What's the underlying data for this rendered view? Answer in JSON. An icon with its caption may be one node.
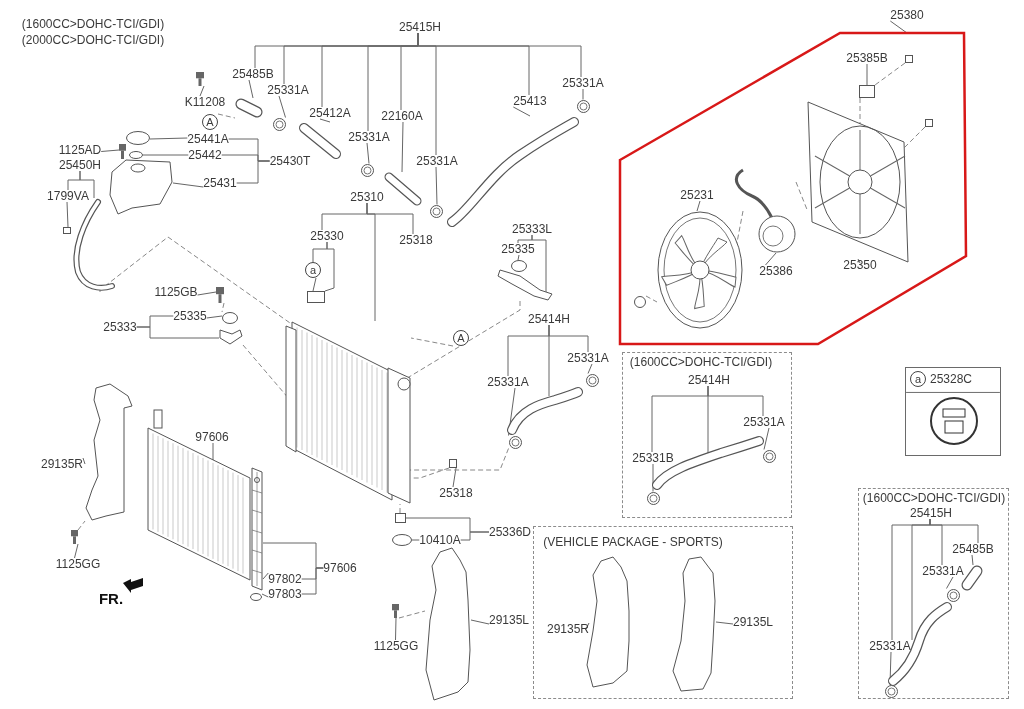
{
  "diagram": {
    "nodes": [
      {
        "text": [
          "(1600CC>DOHC-TCI/GDI)"
        ]
      },
      {
        "text": [
          "(2000CC>DOHC-TCI/GDI)"
        ]
      },
      {
        "text": [
          "25415H"
        ]
      },
      {
        "text": [
          "25380"
        ]
      },
      {
        "text": [],
        "shape": "box"
      },
      {
        "text": [
          "25385B"
        ],
        "in": 4
      },
      {
        "text": [
          "25485B"
        ]
      },
      {
        "text": [
          "25331A"
        ]
      },
      {
        "text": [
          "K11208"
        ]
      },
      {
        "text": [
          "25413"
        ]
      },
      {
        "text": [
          "25331A"
        ]
      },
      {
        "text": [
          "25412A"
        ]
      },
      {
        "text": [
          "22160A"
        ]
      },
      {
        "text": [
          "A"
        ]
      },
      {
        "text": [
          "25331A"
        ]
      },
      {
        "text": [
          "1125AD"
        ]
      },
      {
        "text": [
          "25441A"
        ]
      },
      {
        "text": [
          "25442"
        ]
      },
      {
        "text": [
          "25430T"
        ]
      },
      {
        "text": [
          "25331A"
        ]
      },
      {
        "text": [
          "25450H"
        ]
      },
      {
        "text": [
          "25431"
        ]
      },
      {
        "text": [
          "1799VA"
        ]
      },
      {
        "text": [
          "25310"
        ]
      },
      {
        "text": [
          "25333L"
        ]
      },
      {
        "text": [
          "25231"
        ],
        "in": 4
      },
      {
        "text": [
          "25330"
        ]
      },
      {
        "text": [
          "25318"
        ]
      },
      {
        "text": [
          "25335"
        ]
      },
      {
        "text": [
          "25386"
        ],
        "in": 4
      },
      {
        "text": [
          "25350"
        ],
        "in": 4
      },
      {
        "text": [
          "a"
        ]
      },
      {
        "text": [
          "1125GB"
        ]
      },
      {
        "text": [
          "25335"
        ]
      },
      {
        "text": [
          "25414H"
        ]
      },
      {
        "text": [
          "25333"
        ]
      },
      {
        "text": [
          "A"
        ]
      },
      {
        "text": [
          "(1600CC>DOHC-TCI/GDI)"
        ]
      },
      {
        "text": [
          "25414H"
        ],
        "in": 37
      },
      {
        "text": [
          "25331A"
        ]
      },
      {
        "text": [
          "25331A"
        ]
      },
      {
        "text": [
          "a",
          "25328C"
        ]
      },
      {
        "text": [
          "25331A"
        ],
        "in": 37
      },
      {
        "text": [
          "97606"
        ]
      },
      {
        "text": [
          "25331B"
        ],
        "in": 37
      },
      {
        "text": [
          "29135R"
        ]
      },
      {
        "text": [
          "25318"
        ]
      },
      {
        "text": [
          "(1600CC>DOHC-TCI/GDI)"
        ]
      },
      {
        "text": [
          "25415H"
        ],
        "in": 47
      },
      {
        "text": [
          "(VEHICLE PACKAGE - SPORTS)"
        ]
      },
      {
        "text": [
          "25336D"
        ]
      },
      {
        "text": [
          "10410A"
        ]
      },
      {
        "text": [
          "25485B"
        ],
        "in": 47
      },
      {
        "text": [
          "1125GG"
        ]
      },
      {
        "text": [
          "97606"
        ]
      },
      {
        "text": [
          "25331A"
        ],
        "in": 47
      },
      {
        "text": [
          "97802"
        ]
      },
      {
        "text": [
          "97803"
        ]
      },
      {
        "text": [
          "FR."
        ]
      },
      {
        "text": [
          "29135L"
        ]
      },
      {
        "text": [
          "29135L"
        ],
        "in": 49
      },
      {
        "text": [
          "29135R"
        ],
        "in": 49
      },
      {
        "text": [
          "25331A"
        ],
        "in": 47
      },
      {
        "text": [
          "1125GG"
        ]
      },
      {
        "text": [],
        "shape": "picture"
      },
      {
        "text": [],
        "shape": "picture"
      },
      {
        "text": [],
        "shape": "picture"
      },
      {
        "text": [],
        "shape": "picture"
      },
      {
        "text": [],
        "shape": "picture"
      },
      {
        "text": [],
        "shape": "picture"
      },
      {
        "text": [],
        "shape": "picture"
      },
      {
        "text": [],
        "shape": "picture"
      },
      {
        "text": [],
        "shape": "picture"
      },
      {
        "text": [],
        "shape": "circle"
      },
      {
        "text": [],
        "shape": "circle"
      },
      {
        "text": [],
        "shape": "picture"
      },
      {
        "text": [],
        "shape": "picture"
      },
      {
        "text": [],
        "shape": "picture"
      },
      {
        "text": [],
        "shape": "box"
      },
      {
        "text": [],
        "shape": "picture"
      },
      {
        "text": [],
        "shape": "box"
      },
      {
        "text": [],
        "shape": "picture"
      },
      {
        "text": [],
        "shape": "circle"
      },
      {
        "text": [],
        "shape": "picture"
      },
      {
        "text": [],
        "shape": "circle"
      },
      {
        "text": [],
        "shape": "picture"
      },
      {
        "text": [],
        "shape": "picture"
      },
      {
        "text": [],
        "shape": "picture"
      },
      {
        "text": [],
        "shape": "picture"
      },
      {
        "text": [],
        "shape": "box"
      },
      {
        "text": [],
        "shape": "box"
      },
      {
        "text": [],
        "shape": "circle"
      },
      {
        "text": [],
        "shape": "picture"
      },
      {
        "text": [],
        "shape": "circle"
      },
      {
        "text": [],
        "shape": "picture"
      },
      {
        "text": [],
        "shape": "picture"
      },
      {
        "text": [],
        "shape": "picture"
      },
      {
        "text": [],
        "shape": "picture"
      },
      {
        "text": [],
        "shape": "picture"
      },
      {
        "text": [],
        "shape": "picture",
        "in": 4
      },
      {
        "text": [],
        "shape": "picture",
        "in": 4
      },
      {
        "text": [],
        "shape": "picture",
        "in": 4
      },
      {
        "text": [],
        "shape": "box",
        "in": 4
      },
      {
        "text": [],
        "shape": "box",
        "in": 4
      },
      {
        "text": [],
        "shape": "box",
        "in": 4
      },
      {
        "text": [],
        "shape": "circle",
        "in": 4
      },
      {
        "text": [],
        "shape": "picture",
        "in": 37
      },
      {
        "text": [],
        "shape": "picture",
        "in": 37
      },
      {
        "text": [],
        "shape": "picture",
        "in": 37
      },
      {
        "text": [],
        "shape": "picture",
        "in": 49
      },
      {
        "text": [],
        "shape": "picture",
        "in": 49
      },
      {
        "text": [],
        "shape": "picture",
        "in": 47
      },
      {
        "text": [],
        "shape": "picture",
        "in": 47
      },
      {
        "text": [],
        "shape": "picture",
        "in": 47
      },
      {
        "text": [],
        "shape": "picture",
        "in": 47
      }
    ],
    "edges": [
      {
        "from": 2,
        "to": 6,
        "arrow": "none"
      },
      {
        "from": 2,
        "to": 7,
        "arrow": "none"
      },
      {
        "from": 2,
        "to": 11,
        "arrow": "none"
      },
      {
        "from": 2,
        "to": 14,
        "arrow": "none"
      },
      {
        "from": 2,
        "to": 12,
        "arrow": "none"
      },
      {
        "from": 2,
        "to": 19,
        "arrow": "none"
      },
      {
        "from": 2,
        "to": 9,
        "arrow": "none"
      },
      {
        "from": 2,
        "to": 10,
        "arrow": "none"
      },
      {
        "from": 6,
        "to": 65,
        "arrow": "none"
      },
      {
        "from": 7,
        "to": 66,
        "arrow": "none"
      },
      {
        "from": 11,
        "to": 67,
        "arrow": "none"
      },
      {
        "from": 14,
        "to": 68,
        "arrow": "none"
      },
      {
        "from": 12,
        "to": 69,
        "arrow": "none"
      },
      {
        "from": 19,
        "to": 70,
        "arrow": "none"
      },
      {
        "from": 9,
        "to": 71,
        "arrow": "none"
      },
      {
        "from": 10,
        "to": 72,
        "arrow": "none"
      },
      {
        "from": 8,
        "to": 64,
        "arrow": "none"
      },
      {
        "from": 13,
        "to": 65,
        "arrow": "none",
        "style": "dashed"
      },
      {
        "from": 18,
        "to": 16,
        "arrow": "none"
      },
      {
        "from": 18,
        "to": 17,
        "arrow": "none"
      },
      {
        "from": 18,
        "to": 21,
        "arrow": "none"
      },
      {
        "from": 16,
        "to": 73,
        "arrow": "none"
      },
      {
        "from": 17,
        "to": 74,
        "arrow": "none"
      },
      {
        "from": 21,
        "to": 75,
        "arrow": "none"
      },
      {
        "from": 15,
        "to": 76,
        "arrow": "none"
      },
      {
        "from": 20,
        "to": 22,
        "arrow": "none"
      },
      {
        "from": 20,
        "to": 77,
        "arrow": "none"
      },
      {
        "from": 22,
        "to": 78,
        "arrow": "none"
      },
      {
        "from": 23,
        "to": 26,
        "arrow": "none"
      },
      {
        "from": 23,
        "to": 79,
        "arrow": "none"
      },
      {
        "from": 23,
        "to": 27,
        "arrow": "none"
      },
      {
        "from": 26,
        "to": 31,
        "arrow": "none"
      },
      {
        "from": 26,
        "to": 80,
        "arrow": "none"
      },
      {
        "from": 31,
        "to": 80,
        "arrow": "none"
      },
      {
        "from": 24,
        "to": 28,
        "arrow": "none"
      },
      {
        "from": 24,
        "to": 81,
        "arrow": "none"
      },
      {
        "from": 28,
        "to": 82,
        "arrow": "none"
      },
      {
        "from": 32,
        "to": 83,
        "arrow": "none"
      },
      {
        "from": 35,
        "to": 33,
        "arrow": "none"
      },
      {
        "from": 35,
        "to": 85,
        "arrow": "none"
      },
      {
        "from": 33,
        "to": 84,
        "arrow": "none"
      },
      {
        "from": 34,
        "to": 40,
        "arrow": "none"
      },
      {
        "from": 34,
        "to": 86,
        "arrow": "none"
      },
      {
        "from": 34,
        "to": 39,
        "arrow": "none"
      },
      {
        "from": 40,
        "to": 87,
        "arrow": "none"
      },
      {
        "from": 39,
        "to": 88,
        "arrow": "none"
      },
      {
        "from": 36,
        "to": 79,
        "arrow": "none",
        "style": "dashed"
      },
      {
        "from": 43,
        "to": 92,
        "arrow": "none"
      },
      {
        "from": 45,
        "to": 95,
        "arrow": "none"
      },
      {
        "from": 53,
        "to": 96,
        "arrow": "none"
      },
      {
        "from": 46,
        "to": 89,
        "arrow": "none"
      },
      {
        "from": 54,
        "to": 94,
        "arrow": "none"
      },
      {
        "from": 54,
        "to": 56,
        "arrow": "none"
      },
      {
        "from": 54,
        "to": 57,
        "arrow": "none"
      },
      {
        "from": 56,
        "to": 94,
        "arrow": "none"
      },
      {
        "from": 57,
        "to": 93,
        "arrow": "none"
      },
      {
        "from": 50,
        "to": 90,
        "arrow": "none"
      },
      {
        "from": 50,
        "to": 51,
        "arrow": "none"
      },
      {
        "from": 51,
        "to": 91,
        "arrow": "none"
      },
      {
        "from": 59,
        "to": 97,
        "arrow": "none"
      },
      {
        "from": 63,
        "to": 98,
        "arrow": "none"
      },
      {
        "from": 3,
        "to": 4,
        "arrow": "none"
      },
      {
        "from": 5,
        "to": 102,
        "arrow": "none"
      },
      {
        "from": 25,
        "to": 99,
        "arrow": "none"
      },
      {
        "from": 29,
        "to": 100,
        "arrow": "none"
      },
      {
        "from": 30,
        "to": 101,
        "arrow": "none"
      },
      {
        "from": 38,
        "to": 44,
        "arrow": "none"
      },
      {
        "from": 38,
        "to": 106,
        "arrow": "none"
      },
      {
        "from": 38,
        "to": 42,
        "arrow": "none"
      },
      {
        "from": 44,
        "to": 107,
        "arrow": "none"
      },
      {
        "from": 42,
        "to": 108,
        "arrow": "none"
      },
      {
        "from": 48,
        "to": 62,
        "arrow": "none"
      },
      {
        "from": 48,
        "to": 111,
        "arrow": "none"
      },
      {
        "from": 48,
        "to": 55,
        "arrow": "none"
      },
      {
        "from": 48,
        "to": 52,
        "arrow": "none"
      },
      {
        "from": 55,
        "to": 113,
        "arrow": "none"
      },
      {
        "from": 52,
        "to": 114,
        "arrow": "none"
      },
      {
        "from": 62,
        "to": 112,
        "arrow": "none"
      },
      {
        "from": 60,
        "to": 110,
        "arrow": "none"
      },
      {
        "from": 61,
        "to": 109,
        "arrow": "none"
      },
      {
        "from": 77,
        "to": 79,
        "arrow": "none",
        "style": "dashed"
      },
      {
        "from": 85,
        "to": 79,
        "arrow": "none",
        "style": "dashed"
      },
      {
        "from": 81,
        "to": 79,
        "arrow": "none",
        "style": "dashed"
      },
      {
        "from": 87,
        "to": 79,
        "arrow": "none",
        "style": "dashed"
      },
      {
        "from": 89,
        "to": 79,
        "arrow": "none",
        "style": "dashed"
      },
      {
        "from": 90,
        "to": 79,
        "arrow": "none",
        "style": "dashed"
      },
      {
        "from": 83,
        "to": 84,
        "arrow": "none",
        "style": "dashed"
      },
      {
        "from": 96,
        "to": 95,
        "arrow": "none",
        "style": "dashed"
      },
      {
        "from": 98,
        "to": 97,
        "arrow": "none",
        "style": "dashed"
      },
      {
        "from": 103,
        "to": 102,
        "arrow": "none",
        "style": "dashed"
      },
      {
        "from": 102,
        "to": 101,
        "arrow": "none",
        "style": "dashed"
      },
      {
        "from": 104,
        "to": 101,
        "arrow": "none",
        "style": "dashed"
      },
      {
        "from": 105,
        "to": 99,
        "arrow": "none",
        "style": "dashed"
      },
      {
        "from": 99,
        "to": 100,
        "arrow": "none",
        "style": "dashed"
      },
      {
        "from": 100,
        "to": 101,
        "arrow": "none",
        "style": "dashed"
      }
    ]
  }
}
